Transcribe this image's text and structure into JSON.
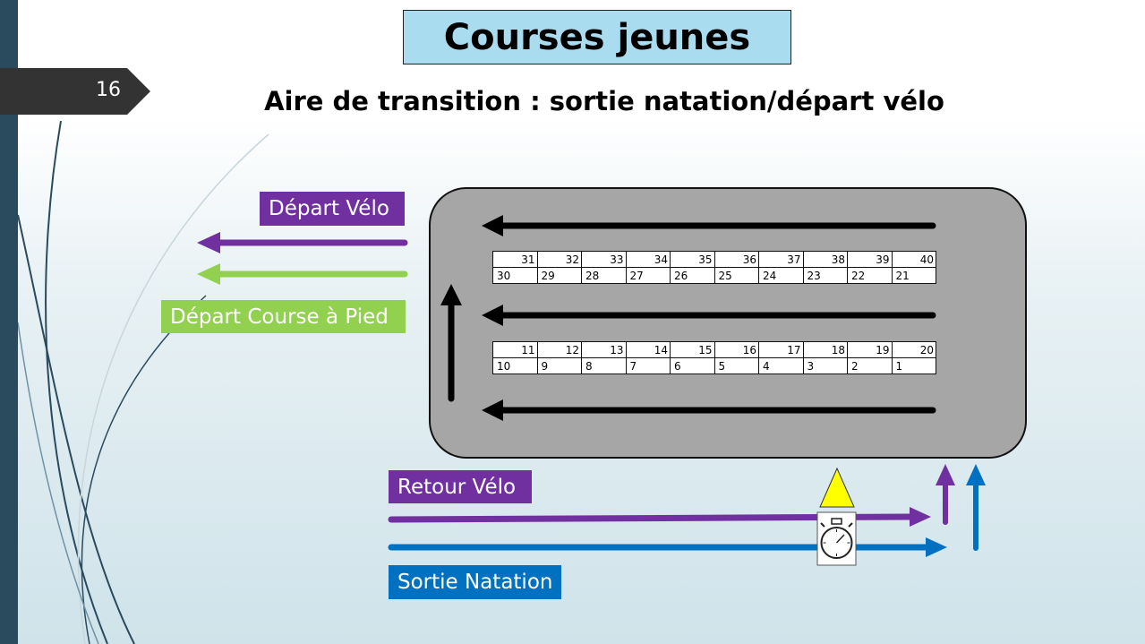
{
  "slide": {
    "number": "16"
  },
  "title": "Courses jeunes",
  "subtitle": "Aire de transition : sortie natation/départ vélo",
  "labels": {
    "depart_velo": "Départ Vélo",
    "depart_course": "Départ Course à Pied",
    "retour_velo": "Retour Vélo",
    "sortie_natation": "Sortie Natation"
  },
  "racks": {
    "upper": {
      "top": [
        "31",
        "32",
        "33",
        "34",
        "35",
        "36",
        "37",
        "38",
        "39",
        "40"
      ],
      "bottom": [
        "30",
        "29",
        "28",
        "27",
        "26",
        "25",
        "24",
        "23",
        "22",
        "21"
      ]
    },
    "lower": {
      "top": [
        "11",
        "12",
        "13",
        "14",
        "15",
        "16",
        "17",
        "18",
        "19",
        "20"
      ],
      "bottom": [
        "10",
        "9",
        "8",
        "7",
        "6",
        "5",
        "4",
        "3",
        "2",
        "1"
      ]
    }
  },
  "colors": {
    "purple": "#7030a0",
    "green": "#92d050",
    "blue": "#0070c0",
    "area": "#a6a6a6",
    "title_bg": "#a9dcef",
    "triangle": "#ffff00"
  },
  "icons": {
    "timer": "stopwatch-icon",
    "marker": "triangle-icon"
  }
}
